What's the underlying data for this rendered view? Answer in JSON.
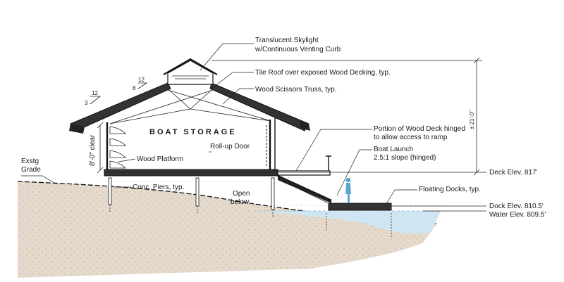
{
  "labels": {
    "skylight_line1": "Translucent Skylight",
    "skylight_line2": "w/Continuous Venting Curb",
    "tile_roof": "Tile Roof over exposed Wood Decking, typ.",
    "scissors_truss": "Wood Scissors Truss, typ.",
    "boat_storage": "BOAT STORAGE",
    "wood_deck_line1": "Portion of Wood Deck hinged",
    "wood_deck_line2": "to allow access to ramp",
    "clear_height": "8'-0\" clear",
    "rollup_door": "Roll-up Door",
    "boat_launch_line1": "Boat Launch",
    "boat_launch_line2": "2.5:1 slope (hinged)",
    "existing_grade_line1": "Exstg",
    "existing_grade_line2": "Grade",
    "wood_platform": "Wood Platform",
    "deck_elev": "Deck Elev. 817'",
    "conc_piers": "Conc. Piers, typ.",
    "open_below_line1": "Open",
    "open_below_line2": "below",
    "floating_docks": "Floating Docks, typ.",
    "dock_elev": "Dock Elev. 810.5'",
    "water_elev": "Water Elev. 809.5'",
    "overall_height": "± 21'-0\"",
    "pitch_main_rise": "8",
    "pitch_main_run": "12",
    "pitch_eave_rise": "3",
    "pitch_eave_run": "12"
  },
  "colors": {
    "line": "#111111",
    "ground": "#e2d7c7",
    "water": "#cfe6f2",
    "person": "#5ea7d3"
  }
}
